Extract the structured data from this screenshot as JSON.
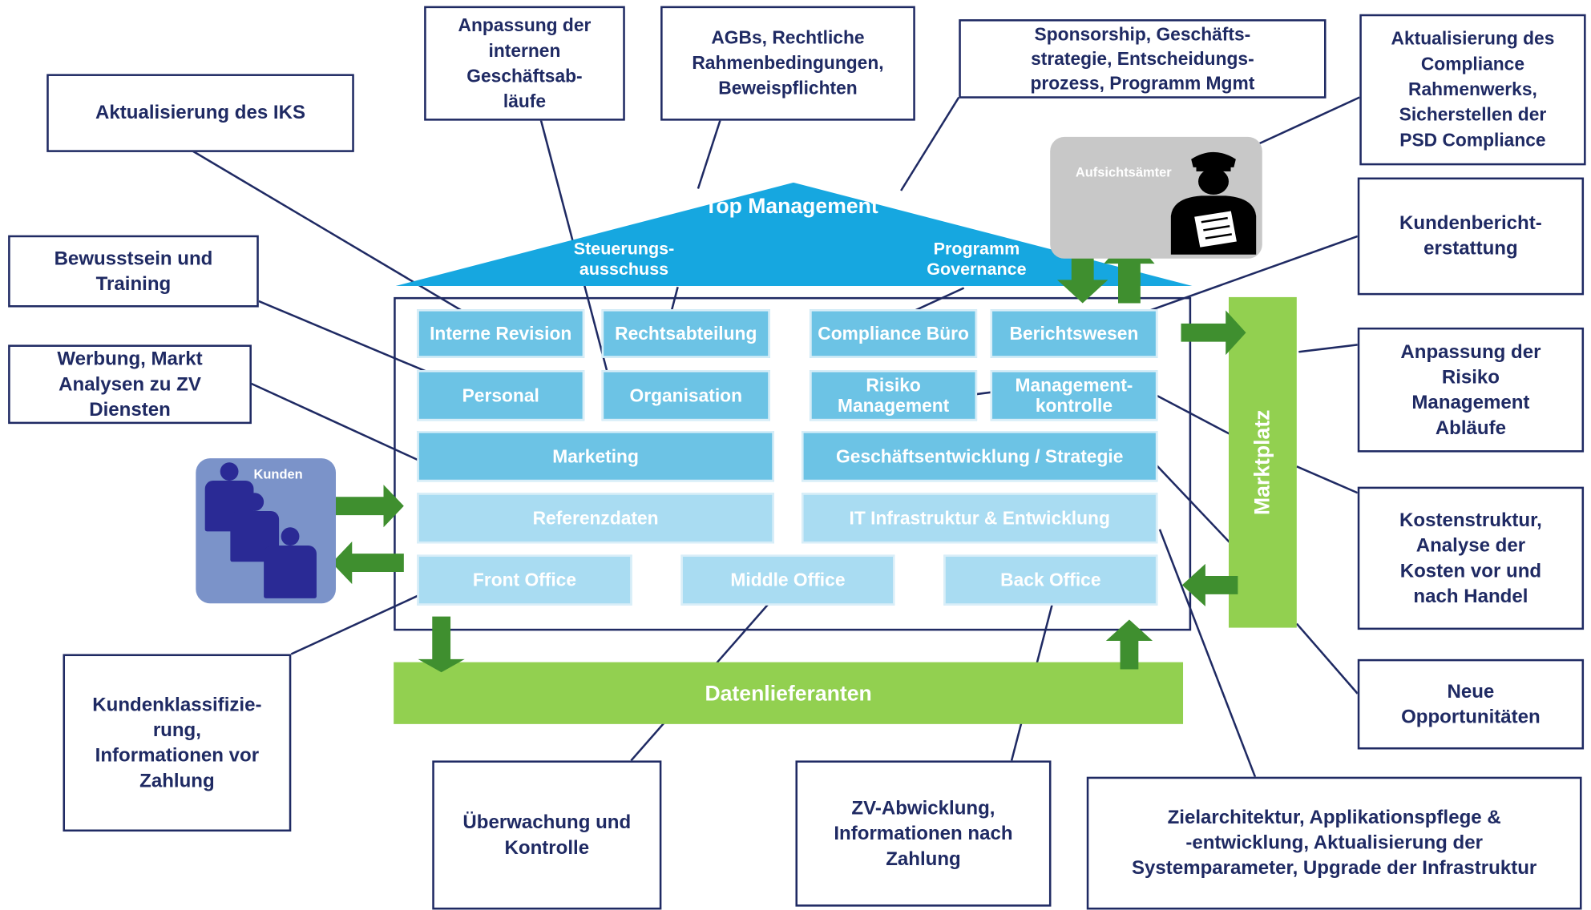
{
  "roof": {
    "title": "Top Management",
    "left_label": "Steuerungs-\nausschuss",
    "right_label": "Programm\nGovernance"
  },
  "building": {
    "rows": [
      [
        "Interne Revision",
        "Rechtsabteilung",
        "Compliance Büro",
        "Berichtswesen"
      ],
      [
        "Personal",
        "Organisation",
        "Risiko\nManagement",
        "Management-\nkontrolle"
      ]
    ],
    "marketing": "Marketing",
    "strategy": "Geschäftsentwicklung / Strategie",
    "reference_data": "Referenzdaten",
    "it": "IT Infrastruktur & Entwicklung",
    "front_office": "Front Office",
    "middle_office": "Middle Office",
    "back_office": "Back Office"
  },
  "datenlieferanten": "Datenlieferanten",
  "marktplatz": "Marktplatz",
  "kunden": "Kunden",
  "aufsicht": "Aufsichtsämter",
  "callouts": {
    "iks": "Aktualisierung des IKS",
    "anpassung_ablaeufe": "Anpassung der\ninternen\nGeschäftsab-\nläufe",
    "agbs": "AGBs, Rechtliche\nRahmenbedingungen,\nBeweispflichten",
    "sponsorship": "Sponsorship, Geschäfts-\nstrategie, Entscheidungs-\nprozess, Programm Mgmt",
    "compliance": "Aktualisierung des\nCompliance\nRahmenwerks,\nSicherstellen der\nPSD Compliance",
    "bewusstsein": "Bewusstsein und\nTraining",
    "werbung": "Werbung, Markt\nAnalysen zu ZV\nDiensten",
    "kundenbericht": "Kundenbericht-\nerstattung",
    "risiko": "Anpassung der\nRisiko\nManagement\nAbläufe",
    "kosten": "Kostenstruktur,\nAnalyse der\nKosten vor und\nnach Handel",
    "opportunitaeten": "Neue\nOpportunitäten",
    "kundenklass": "Kundenklassifizie-\nrung,\nInformationen vor\nZahlung",
    "ueberwachung": "Überwachung und\nKontrolle",
    "zv": "ZV-Abwicklung,\nInformationen nach\nZahlung",
    "ziel": "Zielarchitektur, Applikationspflege &\n-entwicklung, Aktualisierung der\nSystemparameter, Upgrade der Infrastruktur"
  },
  "colors": {
    "roof": "#16a7e0",
    "box_dark": "#6cc3e5",
    "box_light": "#a9dcf2",
    "green": "#92d050",
    "arrow_green": "#3f8f2f",
    "navy": "#1f2a63",
    "kunden_bg": "#7b93c9",
    "aufsicht_bg": "#c8c8c8"
  }
}
